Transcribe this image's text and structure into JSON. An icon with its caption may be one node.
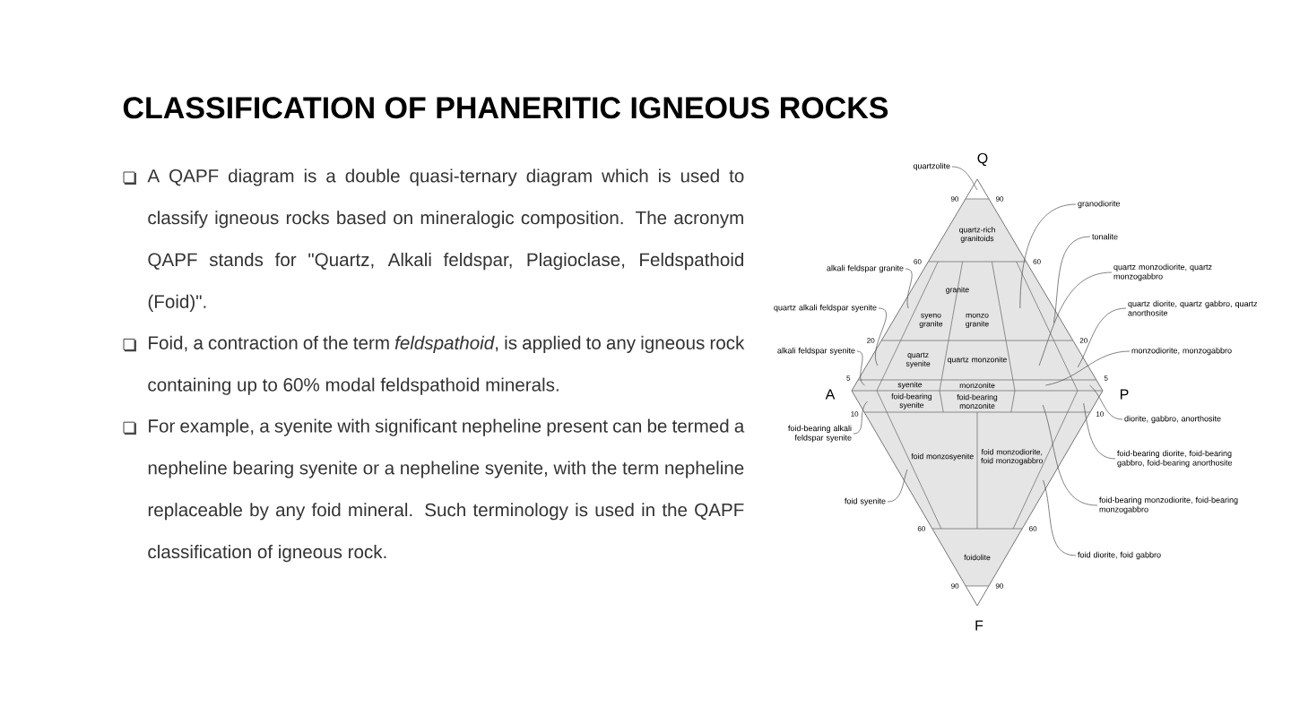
{
  "diagram": {
    "title": "CLASSIFICATION OF PHANERITIC IGNEOUS ROCKS",
    "nodes": [
      {
        "text": [
          "quartzolite"
        ]
      },
      {
        "text": [
          "granodiorite"
        ]
      },
      {
        "text": [
          "tonalite"
        ]
      },
      {
        "text": [
          "alkali feldspar granite"
        ]
      },
      {
        "text": [
          "quartz monzodiorite, quartz monzogabbro"
        ]
      },
      {
        "text": [
          "quartz alkali feldspar syenite"
        ]
      },
      {
        "text": [
          "quartz diorite, quartz gabbro, quartz anorthosite"
        ]
      },
      {
        "text": [
          "alkali feldspar syenite"
        ]
      },
      {
        "text": [
          "monzodiorite, monzogabbro"
        ]
      },
      {
        "text": [
          "diorite, gabbro, anorthosite"
        ]
      },
      {
        "text": [
          "foid-bearing alkali feldspar syenite"
        ]
      },
      {
        "text": [
          "foid-bearing diorite, foid-bearing gabbro, foid-bearing anorthosite"
        ]
      },
      {
        "text": [
          "foid syenite"
        ]
      },
      {
        "text": [
          "foid-bearing monzodiorite, foid-bearing monzogabbro"
        ]
      },
      {
        "text": [
          "foid diorite, foid gabbro"
        ]
      },
      {
        "text": [],
        "shape": "picture"
      }
    ],
    "edges": [
      {
        "from": 0,
        "to": 15,
        "arrow": "none"
      },
      {
        "from": 1,
        "to": 15,
        "arrow": "none"
      },
      {
        "from": 2,
        "to": 15,
        "arrow": "none"
      },
      {
        "from": 3,
        "to": 15,
        "arrow": "none"
      },
      {
        "from": 4,
        "to": 15,
        "arrow": "none"
      },
      {
        "from": 5,
        "to": 15,
        "arrow": "none"
      },
      {
        "from": 6,
        "to": 15,
        "arrow": "none"
      },
      {
        "from": 7,
        "to": 15,
        "arrow": "none"
      },
      {
        "from": 8,
        "to": 15,
        "arrow": "none"
      },
      {
        "from": 9,
        "to": 15,
        "arrow": "none"
      },
      {
        "from": 10,
        "to": 15,
        "arrow": "none"
      },
      {
        "from": 11,
        "to": 15,
        "arrow": "none"
      },
      {
        "from": 12,
        "to": 15,
        "arrow": "none"
      },
      {
        "from": 13,
        "to": 15,
        "arrow": "none"
      },
      {
        "from": 14,
        "to": 15,
        "arrow": "none"
      }
    ],
    "labels": [
      "A QAPF diagram is a double quasi-ternary diagram which is used to classify igneous rocks based on mineralogic composition. The acronym QAPF stands for \"Quartz, Alkali feldspar, Plagioclase, Feldspathoid (Foid)\".",
      "Foid, a contraction of the term *feldspathoid*, is applied to any igneous rock containing up to 60% modal feldspathoid minerals.",
      "For example, a syenite with significant nepheline present can be termed a nepheline bearing syenite or a nepheline syenite, with the term nepheline replaceable by any foid mineral. Such terminology is used in the QAPF classification of igneous rock.",
      "Q",
      "90",
      "90",
      "quartz-rich granitoids",
      "60",
      "60",
      "granite",
      "syeno granite",
      "monzo granite",
      "20",
      "20",
      "quartz syenite",
      "quartz monzonite",
      "A",
      "P",
      "5",
      "5",
      "syenite",
      "monzonite",
      "foid-bearing syenite",
      "foid-bearing monzonite",
      "10",
      "10",
      "foid monzosyenite",
      "foid monzodiorite, foid monzogabbro",
      "60",
      "60",
      "foidolite",
      "90",
      "90",
      "F"
    ]
  }
}
